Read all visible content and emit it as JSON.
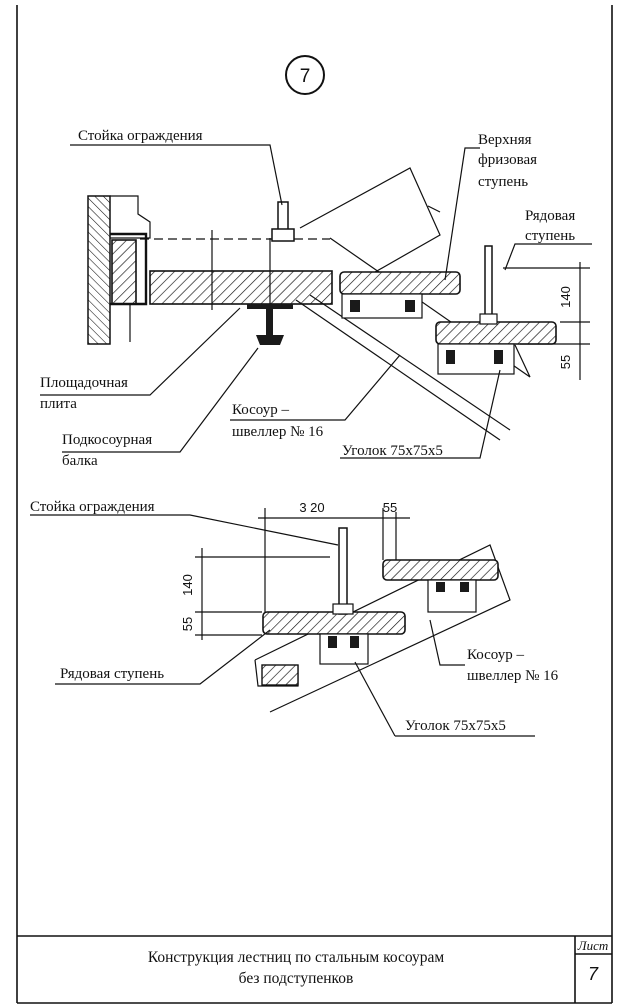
{
  "detail_number": "7",
  "upper_detail": {
    "railing_post": "Стойка ограждения",
    "top_frieze_step": [
      "Верхняя",
      "фризовая",
      "ступень"
    ],
    "ordinary_step": [
      "Рядовая",
      "ступень"
    ],
    "landing_slab": [
      "Площадочная",
      "плита"
    ],
    "stringer_beam": [
      "Подкосоурная",
      "балка"
    ],
    "stringer": [
      "Косоур –",
      "швеллер № 16"
    ],
    "angle": "Уголок 75х75х5",
    "dim_140": "140",
    "dim_55": "55"
  },
  "lower_detail": {
    "railing_post": "Стойка ограждения",
    "ordinary_step": "Рядовая ступень",
    "stringer": [
      "Косоур –",
      "швеллер № 16"
    ],
    "angle": "Уголок 75х75х5",
    "dim_320": "3 20",
    "dim_55_top": "55",
    "dim_140": "140",
    "dim_55": "55"
  },
  "title_block": {
    "title_line1": "Конструкция лестниц по стальным косоурам",
    "title_line2": "без подступенков",
    "sheet_label": "Лист",
    "sheet_number": "7"
  }
}
